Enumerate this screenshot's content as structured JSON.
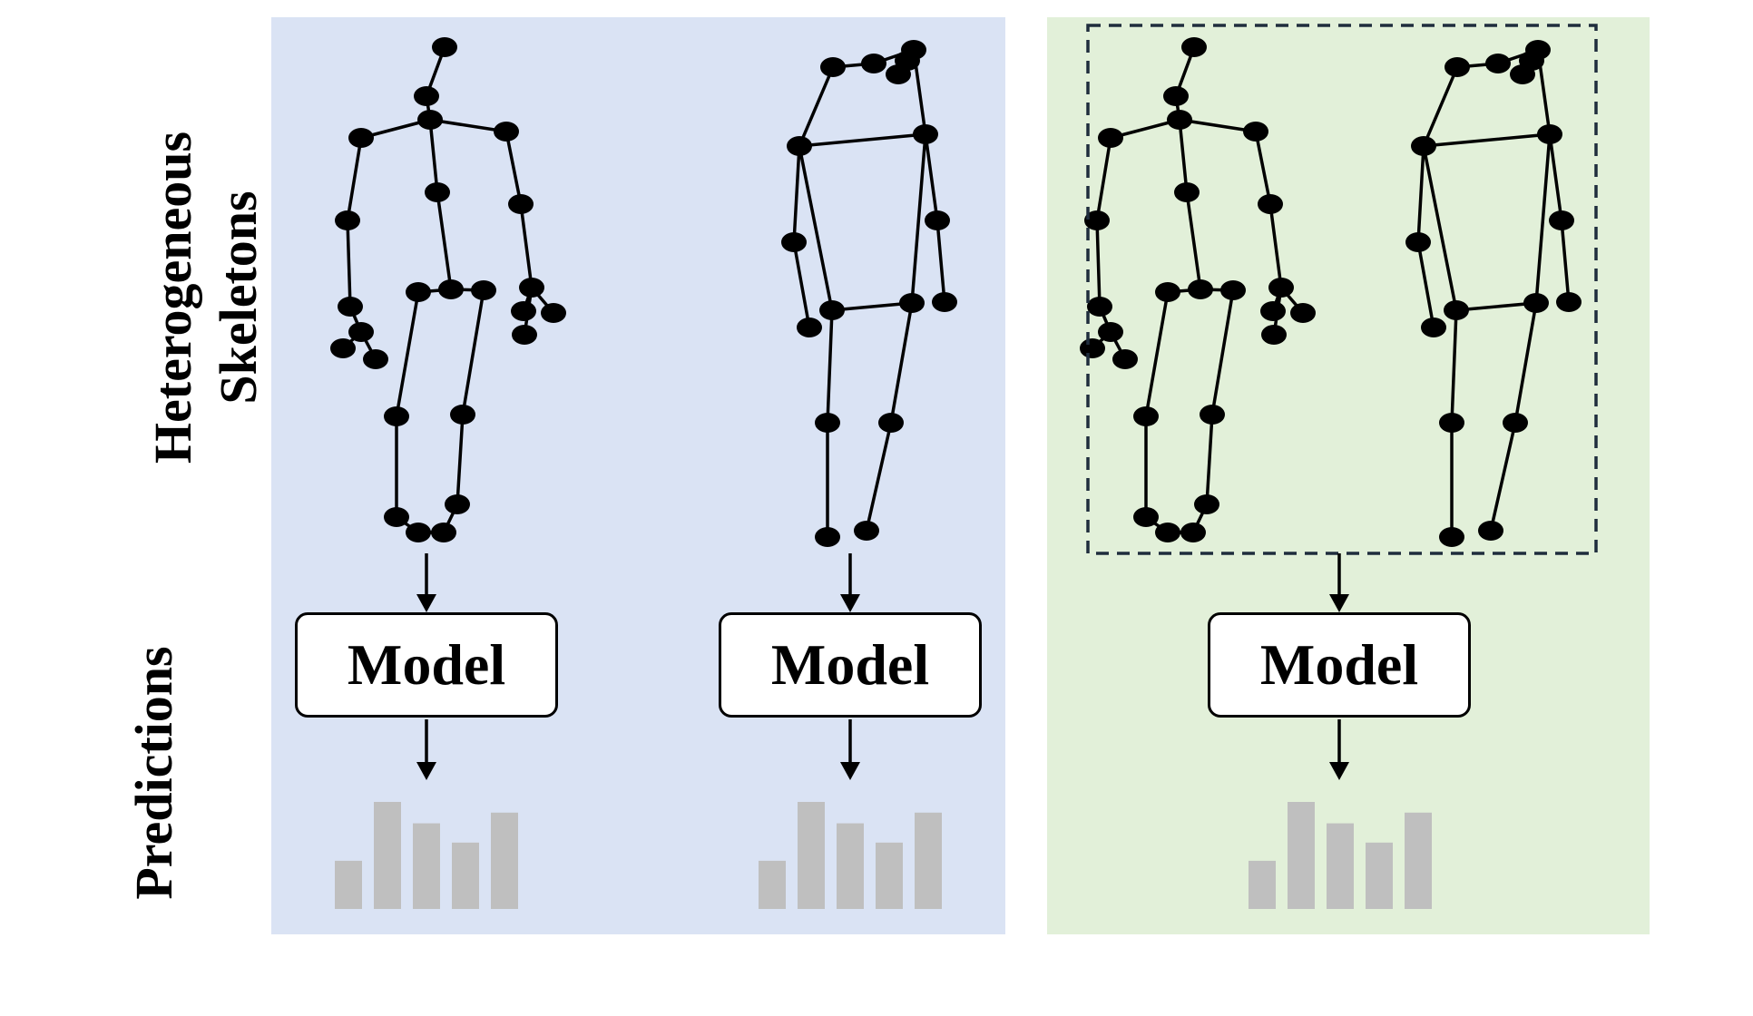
{
  "row_labels": {
    "skeletons_line1": "Heterogeneous",
    "skeletons_line2": "Skeletons",
    "predictions": "Predictions"
  },
  "models": [
    {
      "label": "Model"
    },
    {
      "label": "Model"
    },
    {
      "label": "Model"
    }
  ],
  "colors": {
    "left_panel_bg": "#dae3f4",
    "right_panel_bg": "#e2f0d9",
    "bars": "#bfbfbf",
    "skeleton": "#000000",
    "dashed_box": "#1f2d3d"
  },
  "prediction_bars": [
    0.45,
    1.0,
    0.8,
    0.62,
    0.9
  ]
}
